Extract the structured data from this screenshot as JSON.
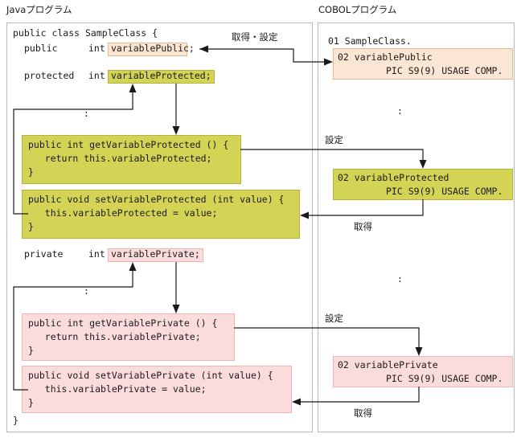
{
  "panels": {
    "java": {
      "title": "Javaプログラム"
    },
    "cobol": {
      "title": "COBOLプログラム"
    }
  },
  "colors": {
    "public_fill": "#fbe6d4",
    "public_border": "#e3b893",
    "protected_fill": "#d3d356",
    "protected_border": "#b3b33e",
    "private_fill": "#fbdcdc",
    "private_border": "#f0b4b4",
    "frame_border": "#b8b8b8",
    "line": "#1a1a1a",
    "text": "#1a1a1a"
  },
  "java": {
    "class_decl": "public class SampleClass {",
    "closing_brace": "}",
    "fields": [
      {
        "modifier": "public",
        "type": "int",
        "name": "variablePublic;",
        "scope": "public"
      },
      {
        "modifier": "protected",
        "type": "int",
        "name": "variableProtected;",
        "scope": "protected"
      },
      {
        "modifier": "private",
        "type": "int",
        "name": "variablePrivate;",
        "scope": "private"
      }
    ],
    "ellipsis": ":",
    "methods": [
      {
        "scope": "protected",
        "kind": "getter",
        "lines": [
          "public int getVariableProtected () {",
          "   return this.variableProtected;",
          "}"
        ]
      },
      {
        "scope": "protected",
        "kind": "setter",
        "lines": [
          "public void setVariableProtected (int value) {",
          "   this.variableProtected = value;",
          "}"
        ]
      },
      {
        "scope": "private",
        "kind": "getter",
        "lines": [
          "public int getVariablePrivate () {",
          "   return this.variablePrivate;",
          "}"
        ]
      },
      {
        "scope": "private",
        "kind": "setter",
        "lines": [
          "public void setVariablePrivate (int value) {",
          "   this.variablePrivate = value;",
          "}"
        ]
      }
    ]
  },
  "cobol": {
    "level_01": "01 SampleClass.",
    "ellipsis": ":",
    "items": [
      {
        "scope": "public",
        "line1": "02 variablePublic",
        "line2": "PIC S9(9) USAGE COMP."
      },
      {
        "scope": "protected",
        "line1": "02 variableProtected",
        "line2": "PIC S9(9) USAGE COMP."
      },
      {
        "scope": "private",
        "line1": "02 variablePrivate",
        "line2": "PIC S9(9) USAGE COMP."
      }
    ]
  },
  "flow_labels": {
    "public_both": "取得・設定",
    "protected_set": "設定",
    "protected_get": "取得",
    "private_set": "設定",
    "private_get": "取得"
  }
}
